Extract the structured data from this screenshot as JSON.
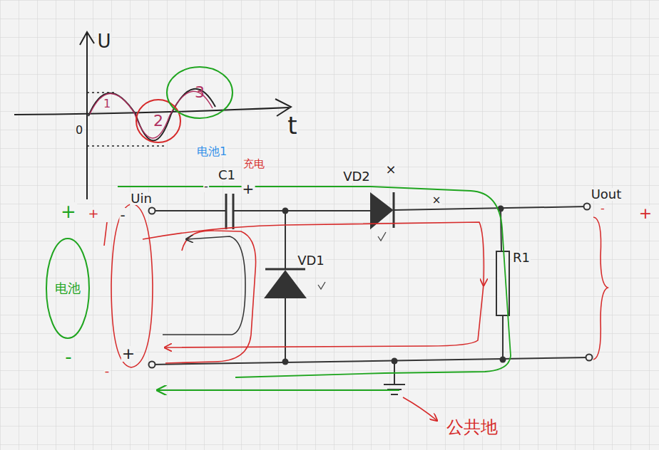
{
  "diagram": {
    "nodes": [
      {
        "text": [
          "电池"
        ]
      },
      {
        "text": [
          "2"
        ]
      },
      {
        "text": [
          "3"
        ]
      }
    ],
    "labels": [
      "U",
      "t",
      "0",
      "1",
      "电池1",
      "充电",
      "C1",
      "-",
      "+",
      "VD2",
      "×",
      "×",
      "Uin",
      "VD1",
      "R1",
      "Uout",
      "+",
      "-",
      "+",
      "-",
      "-",
      "+",
      "-",
      "+",
      "公共地"
    ]
  }
}
